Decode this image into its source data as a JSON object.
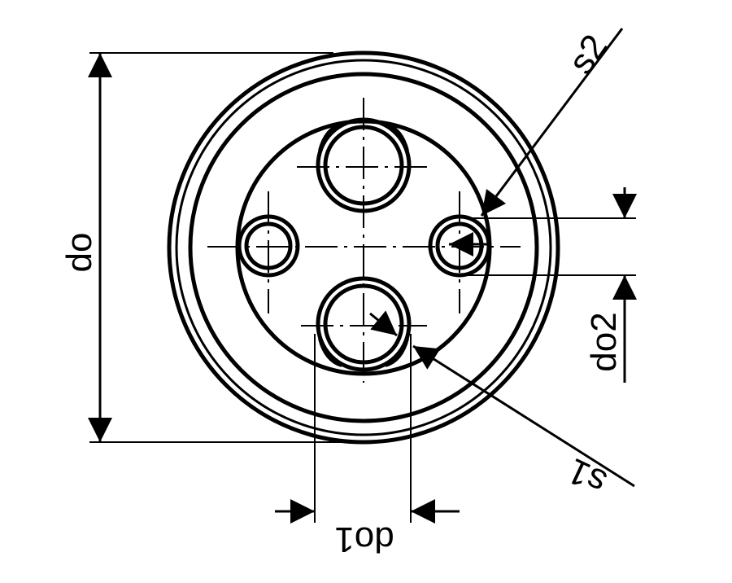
{
  "diagram": {
    "colors": {
      "stroke": "#000000",
      "background": "#ffffff"
    },
    "labels": {
      "outer_diameter": "do",
      "pipe_diameter_1": "do1",
      "pipe_diameter_2": "do2",
      "wall_thickness_1": "s1",
      "wall_thickness_2": "s2"
    }
  }
}
